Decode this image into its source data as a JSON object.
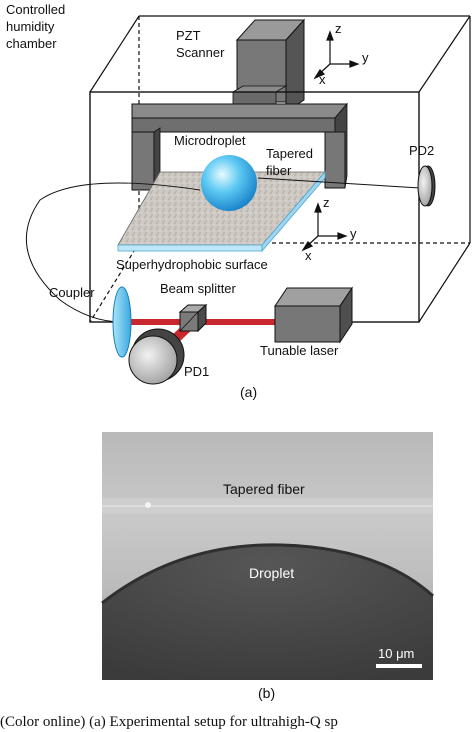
{
  "panel_a": {
    "chamber_label": [
      "Controlled",
      "humidity",
      "chamber"
    ],
    "scanner_label": [
      "PZT",
      "Scanner"
    ],
    "axes_top": {
      "z": "z",
      "y": "y",
      "x": "x"
    },
    "axes_bottom": {
      "z": "z",
      "y": "y",
      "x": "x"
    },
    "microdroplet": "Microdroplet",
    "tapered_fiber": [
      "Tapered",
      "fiber"
    ],
    "pd2": "PD2",
    "surface": "Superhydrophobic surface",
    "coupler": "Coupler",
    "beam_splitter": "Beam splitter",
    "laser": "Tunable laser",
    "pd1": "PD1",
    "tag": "(a)"
  },
  "panel_b": {
    "tapered_fiber": "Tapered fiber",
    "droplet": "Droplet",
    "scale_bar": "10 μm",
    "tag": "(b)"
  },
  "caption": "(Color online) (a) Experimental setup for ultrahigh-Q sp",
  "colors": {
    "laser_beam": "#c8282d",
    "droplet": "#4fc3f0",
    "coupler": "#7fd0f0",
    "bracket": "#555555",
    "surface": "#cfcfcf"
  }
}
